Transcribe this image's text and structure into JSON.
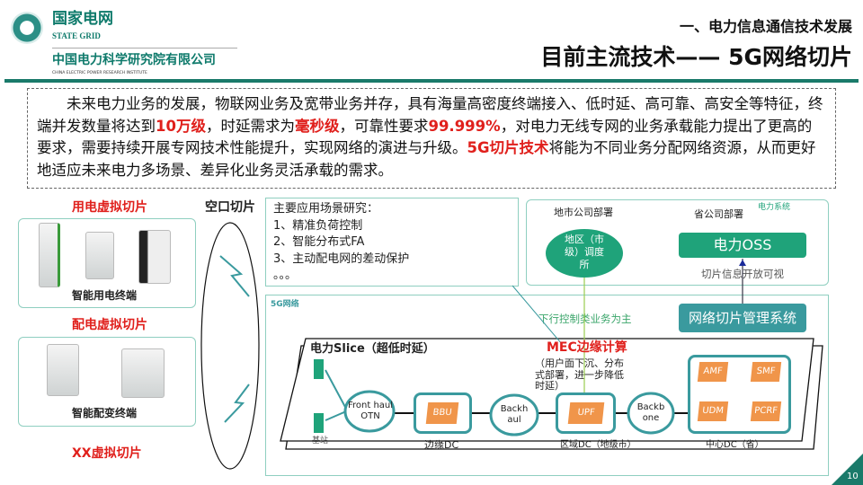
{
  "header": {
    "logo_cn": "国家电网",
    "logo_en": "STATE GRID",
    "institute_cn": "中国电力科学研究院有限公司",
    "institute_en": "CHINA ELECTRIC POWER RESEARCH INSTITUTE",
    "section": "一、电力信息通信技术发展",
    "title": "目前主流技术—— 5G网络切片"
  },
  "intro": {
    "segments": [
      {
        "text": "未来电力业务的发展，物联网业务及宽带业务并存，具有海量高密度终端接入、低时延、高可靠、高安全等特征，终端并发数量将达到",
        "hl": false
      },
      {
        "text": "10万级",
        "hl": true
      },
      {
        "text": "，时延需求为",
        "hl": false
      },
      {
        "text": "毫秒级",
        "hl": true
      },
      {
        "text": "，可靠性要求",
        "hl": false
      },
      {
        "text": "99.999%",
        "hl": true
      },
      {
        "text": "，对电力无线专网的业务承载能力提出了更高的要求，需要持续开展专网技术性能提升，实现网络的演进与升级。",
        "hl": false
      },
      {
        "text": "5G切片技术",
        "hl": true
      },
      {
        "text": "将能为不同业务分配网络资源，从而更好地适应未来电力多场景、差异化业务灵活承载的需求。",
        "hl": false
      }
    ]
  },
  "left": {
    "slice1": "用电虚拟切片",
    "slice1_caption": "智能用电终端",
    "slice2": "配电虚拟切片",
    "slice2_caption": "智能配变终端",
    "slice3": "XX虚拟切片",
    "air": "空口切片"
  },
  "scenarios": {
    "title": "主要应用场景研究：",
    "items": [
      "1、精准负荷控制",
      "2、智能分布式FA",
      "3、主动配电网的差动保护"
    ],
    "more": "。。。"
  },
  "power_system": {
    "label": "电力系统",
    "city": "地市公司部署",
    "province": "省公司部署",
    "dispatch": "地区（市级）调度所",
    "oss": "电力OSS",
    "visible": "切片信息开放可视",
    "nsms": "网络切片管理系统",
    "downlink": "下行控制类业务为主"
  },
  "network": {
    "label": "5G网络",
    "slice_title": "电力Slice（超低时延）",
    "mec": "MEC边缘计算",
    "mec_desc": "（用户面下沉、分布式部署，进一步降低时延）",
    "station": "基站",
    "fronthaul": "Front haul OTN",
    "bbu": "BBU",
    "backhaul": "Backh aul",
    "upf": "UPF",
    "backbone": "Backb one",
    "edge_dc": "边缘DC",
    "region_dc": "区域DC（地级市）",
    "center_dc": "中心DC（省）",
    "core": [
      "AMF",
      "SMF",
      "UDM",
      "PCRF"
    ]
  },
  "page_number": "10",
  "colors": {
    "brand": "#0e7a6b",
    "accent_red": "#e0201c",
    "teal": "#3a9a9e",
    "green": "#1fa37a",
    "orange": "#f0954a"
  }
}
